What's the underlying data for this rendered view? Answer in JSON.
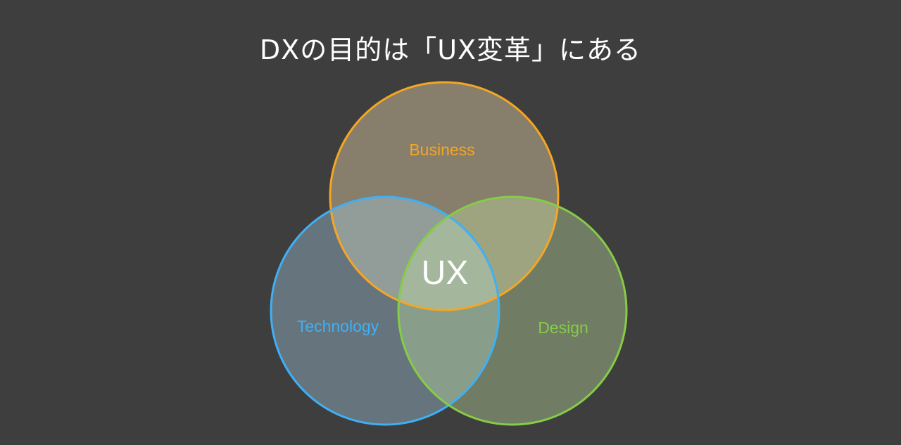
{
  "title": "DXの目的は「UX変革」にある",
  "circles": {
    "business": {
      "label": "Business",
      "color": "#f5a623"
    },
    "technology": {
      "label": "Technology",
      "color": "#3fb0f5"
    },
    "design": {
      "label": "Design",
      "color": "#86cc48"
    }
  },
  "center_label": "UX"
}
